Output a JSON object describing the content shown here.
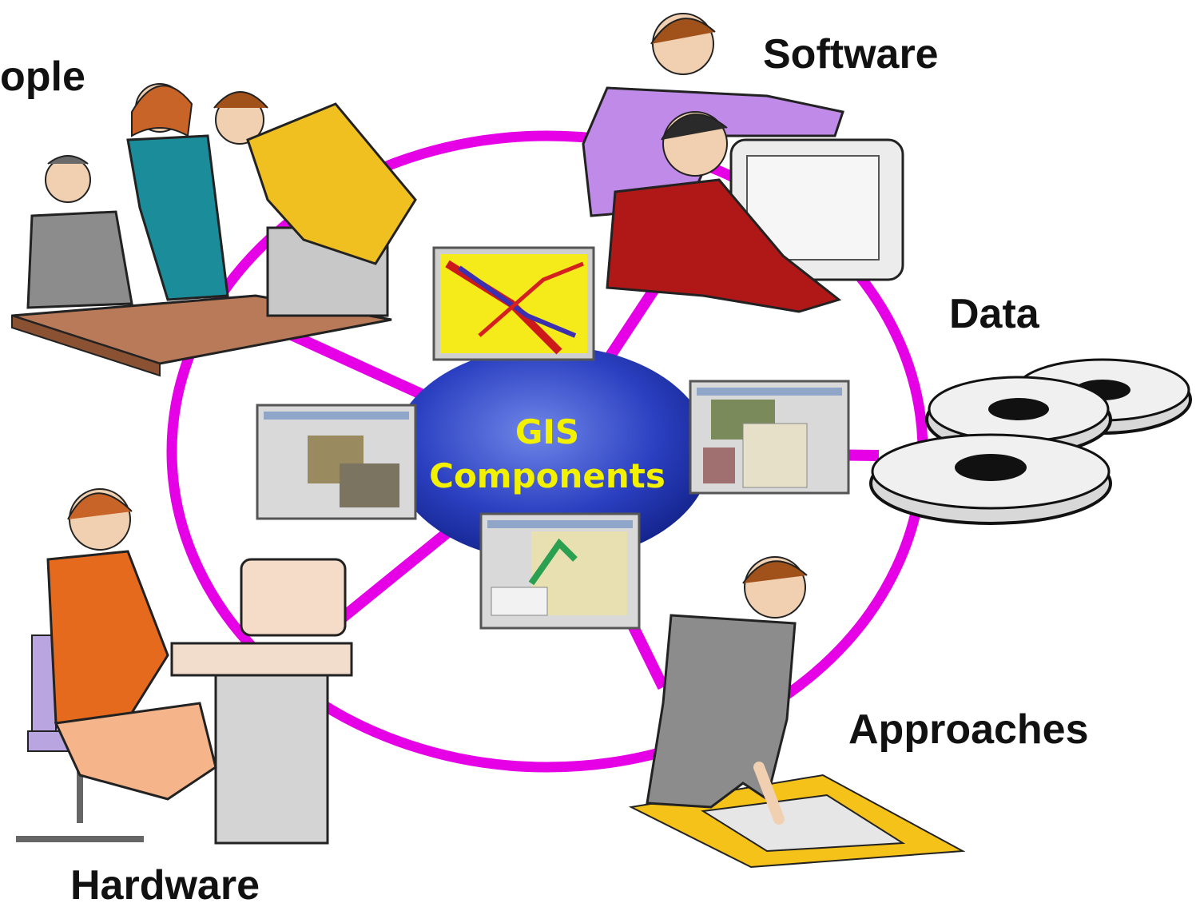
{
  "diagram": {
    "center": {
      "line1": "GIS",
      "line2": "Components"
    },
    "labels": {
      "people": "ople",
      "software": "Software",
      "data": "Data",
      "approaches": "Approaches",
      "hardware": "Hardware"
    },
    "colors": {
      "ring": "#e600e6",
      "center_fill": "#1a2fb0",
      "center_text": "#f2f200"
    }
  }
}
